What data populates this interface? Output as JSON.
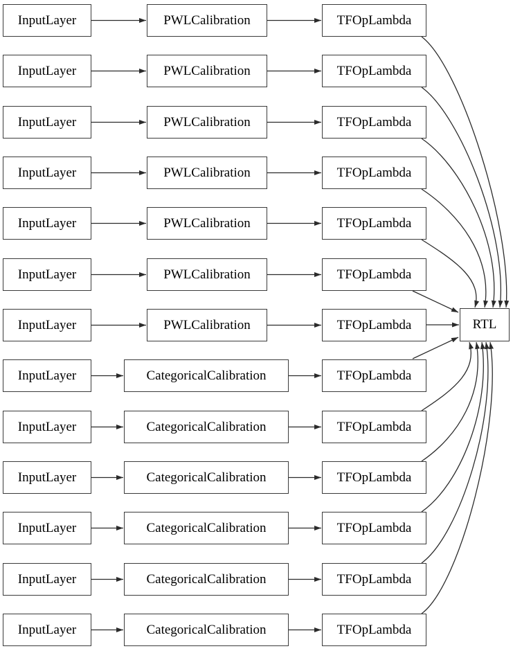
{
  "diagram": {
    "type": "model-graph",
    "rtl_label": "RTL",
    "colors": {
      "background": "#ffffff",
      "node_border": "#3a3a3a",
      "edge": "#2b2b2b",
      "text": "#000000"
    }
  },
  "rows": [
    {
      "input": "InputLayer",
      "calib": "PWLCalibration",
      "op": "TFOpLambda"
    },
    {
      "input": "InputLayer",
      "calib": "PWLCalibration",
      "op": "TFOpLambda"
    },
    {
      "input": "InputLayer",
      "calib": "PWLCalibration",
      "op": "TFOpLambda"
    },
    {
      "input": "InputLayer",
      "calib": "PWLCalibration",
      "op": "TFOpLambda"
    },
    {
      "input": "InputLayer",
      "calib": "PWLCalibration",
      "op": "TFOpLambda"
    },
    {
      "input": "InputLayer",
      "calib": "PWLCalibration",
      "op": "TFOpLambda"
    },
    {
      "input": "InputLayer",
      "calib": "PWLCalibration",
      "op": "TFOpLambda"
    },
    {
      "input": "InputLayer",
      "calib": "CategoricalCalibration",
      "op": "TFOpLambda"
    },
    {
      "input": "InputLayer",
      "calib": "CategoricalCalibration",
      "op": "TFOpLambda"
    },
    {
      "input": "InputLayer",
      "calib": "CategoricalCalibration",
      "op": "TFOpLambda"
    },
    {
      "input": "InputLayer",
      "calib": "CategoricalCalibration",
      "op": "TFOpLambda"
    },
    {
      "input": "InputLayer",
      "calib": "CategoricalCalibration",
      "op": "TFOpLambda"
    },
    {
      "input": "InputLayer",
      "calib": "CategoricalCalibration",
      "op": "TFOpLambda"
    }
  ]
}
